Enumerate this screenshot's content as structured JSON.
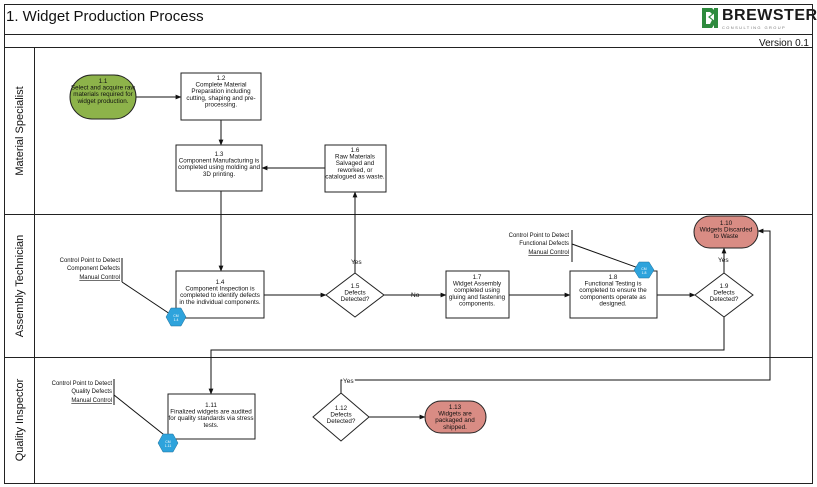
{
  "header": {
    "title": "1. Widget Production Process",
    "brand_name": "BREWSTER",
    "brand_sub": "CONSULTING GROUP",
    "version": "Version 0.1"
  },
  "lanes": [
    {
      "id": "material",
      "label": "Material Specialist"
    },
    {
      "id": "assembly",
      "label": "Assembly Technician"
    },
    {
      "id": "quality",
      "label": "Quality Inspector"
    }
  ],
  "nodes": {
    "n1_1": {
      "num": "1.1",
      "lines": [
        "Select and acquire raw",
        "materials required for",
        "widget production."
      ],
      "color": "#8db34a"
    },
    "n1_2": {
      "num": "1.2",
      "lines": [
        "Complete Material",
        "Preparation including",
        "cutting, shaping and pre-",
        "processing."
      ]
    },
    "n1_3": {
      "num": "1.3",
      "lines": [
        "Component Manufacturing is",
        "completed using molding and",
        "3D printing."
      ]
    },
    "n1_6": {
      "num": "1.6",
      "lines": [
        "Raw Materials",
        "Salvaged and",
        "reworked, or",
        "catalogued as waste."
      ]
    },
    "n1_4": {
      "num": "1.4",
      "lines": [
        "Component Inspection is",
        "completed to identify defects",
        "in the individual components."
      ]
    },
    "n1_5": {
      "num": "1.5",
      "lines": [
        "Defects",
        "Detected?"
      ]
    },
    "n1_7": {
      "num": "1.7",
      "lines": [
        "Widget Assembly",
        "completed using",
        "gluing and fastening",
        "components."
      ]
    },
    "n1_8": {
      "num": "1.8",
      "lines": [
        "Functional Testing is",
        "completed to ensure the",
        "components operate as",
        "designed."
      ]
    },
    "n1_9": {
      "num": "1.9",
      "lines": [
        "Defects",
        "Detected?"
      ]
    },
    "n1_10": {
      "num": "1.10",
      "lines": [
        "Widgets Discarded",
        "to Waste"
      ],
      "color": "#d98c84"
    },
    "n1_11": {
      "num": "1.11",
      "lines": [
        "Finalized widgets are audited",
        "for quality standards via stress",
        "tests."
      ]
    },
    "n1_12": {
      "num": "1.12",
      "lines": [
        "Defects",
        "Detected?"
      ]
    },
    "n1_13": {
      "num": "1.13",
      "lines": [
        "Widgets are",
        "packaged and",
        "shipped."
      ],
      "color": "#d98c84"
    }
  },
  "controls": {
    "c1": {
      "lines": [
        "Control Point to Detect",
        "Component Defects"
      ],
      "link": "Manual Control",
      "hex": "CM 1.4"
    },
    "c2": {
      "lines": [
        "Control Point to Detect",
        "Functional Defects"
      ],
      "link": "Manual Control",
      "hex": "CM 1.8"
    },
    "c3": {
      "lines": [
        "Control Point to Detect",
        "Quality Defects"
      ],
      "link": "Manual Control",
      "hex": "CM 1.11"
    }
  },
  "edge_labels": {
    "yes": "Yes",
    "no": "No"
  },
  "colors": {
    "border": "#222222",
    "decision_fill": "#ffffff",
    "hex_fill": "#2ea3dc",
    "start_fill": "#8db34a",
    "end_fill": "#d98c84",
    "brand_green": "#2e8b3e"
  }
}
